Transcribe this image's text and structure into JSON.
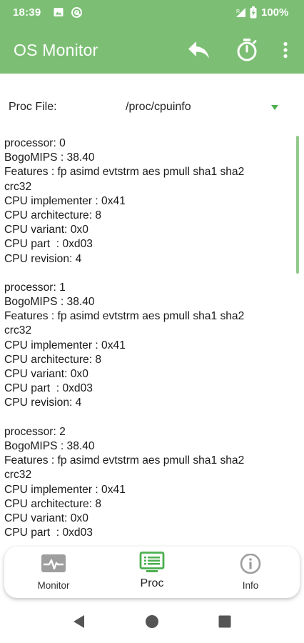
{
  "status_bar": {
    "time": "18:39",
    "battery": "100%"
  },
  "app_bar": {
    "title": "OS Monitor",
    "icons": [
      "reply-icon",
      "timer-icon",
      "more-vert-icon"
    ]
  },
  "proc_file": {
    "label": "Proc File:",
    "selected": "/proc/cpuinfo"
  },
  "content": {
    "lines": [
      "processor: 0",
      "BogoMIPS : 38.40",
      "Features : fp asimd evtstrm aes pmull sha1 sha2",
      "crc32",
      "CPU implementer : 0x41",
      "CPU architecture: 8",
      "CPU variant: 0x0",
      "CPU part  : 0xd03",
      "CPU revision: 4",
      "",
      "processor: 1",
      "BogoMIPS : 38.40",
      "Features : fp asimd evtstrm aes pmull sha1 sha2",
      "crc32",
      "CPU implementer : 0x41",
      "CPU architecture: 8",
      "CPU variant: 0x0",
      "CPU part  : 0xd03",
      "CPU revision: 4",
      "",
      "processor: 2",
      "BogoMIPS : 38.40",
      "Features : fp asimd evtstrm aes pmull sha1 sha2",
      "crc32",
      "CPU implementer : 0x41",
      "CPU architecture: 8",
      "CPU variant: 0x0",
      "CPU part  : 0xd03"
    ]
  },
  "bottom_nav": {
    "items": [
      {
        "label": "Monitor",
        "icon": "monitor-heartbeat-icon",
        "active": false
      },
      {
        "label": "Proc",
        "icon": "proc-list-icon",
        "active": true
      },
      {
        "label": "Info",
        "icon": "info-icon",
        "active": false
      }
    ]
  },
  "colors": {
    "accent": "#7cbf74",
    "active_icon": "#4caf50",
    "inactive_icon": "#9e9e9e",
    "scrollbar": "#93c98d"
  }
}
